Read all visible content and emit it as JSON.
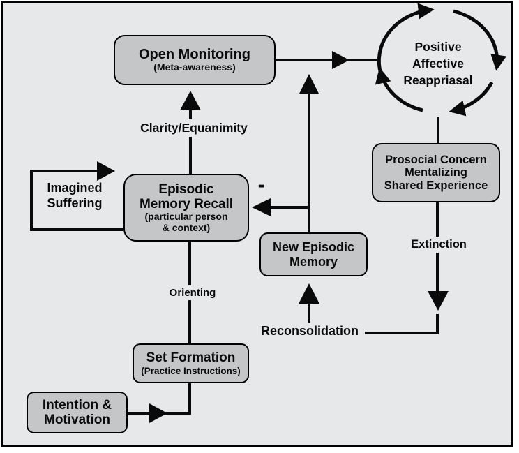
{
  "diagram": {
    "boxes": {
      "open_monitoring": {
        "title": "Open Monitoring",
        "subtitle": "(Meta-awareness)"
      },
      "episodic_memory_recall": {
        "line1": "Episodic",
        "line2": "Memory Recall",
        "sub1": "(particular person",
        "sub2": "& context)"
      },
      "new_episodic_memory": {
        "line1": "New Episodic",
        "line2": "Memory"
      },
      "prosocial": {
        "line1": "Prosocial Concern",
        "line2": "Mentalizing",
        "line3": "Shared Experience"
      },
      "set_formation": {
        "title": "Set Formation",
        "subtitle": "(Practice Instructions)"
      },
      "intention_motivation": {
        "line1": "Intention &",
        "line2": "Motivation"
      }
    },
    "cycle": {
      "line1": "Positive",
      "line2": "Affective",
      "line3": "Reappriasal"
    },
    "labels": {
      "clarity": "Clarity/Equanimity",
      "imagined_line1": "Imagined",
      "imagined_line2": "Suffering",
      "minus": "-",
      "orienting": "Orienting",
      "extinction": "Extinction",
      "reconsolidation": "Reconsolidation"
    },
    "colors": {
      "background": "#e7e8e9",
      "box_fill": "#c5c6c7",
      "line": "#0a0a0a",
      "border": "#000000"
    }
  }
}
